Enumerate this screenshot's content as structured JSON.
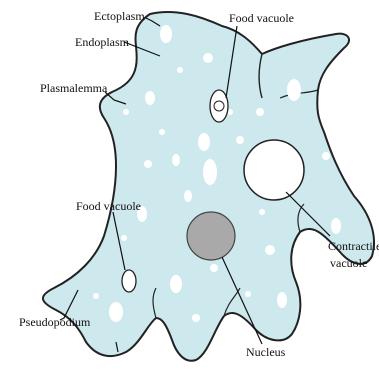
{
  "diagram": {
    "labels": {
      "ectoplasm": "Ectoplasm",
      "endoplasm": "Endoplasm",
      "food_vacuole_top": "Food vacuole",
      "plasmalemma": "Plasmalemma",
      "food_vacuole_left": "Food vacuole",
      "contractile_line1": "Contractile",
      "contractile_line2": "vacuole",
      "pseudopodium": "Pseudopodium",
      "nucleus": "Nucleus"
    },
    "colors": {
      "cytoplasm": "#cde9ee",
      "outline": "#222222",
      "nucleus": "#a9a9a9",
      "vacuole": "#ffffff",
      "background": "#ffffff"
    }
  }
}
